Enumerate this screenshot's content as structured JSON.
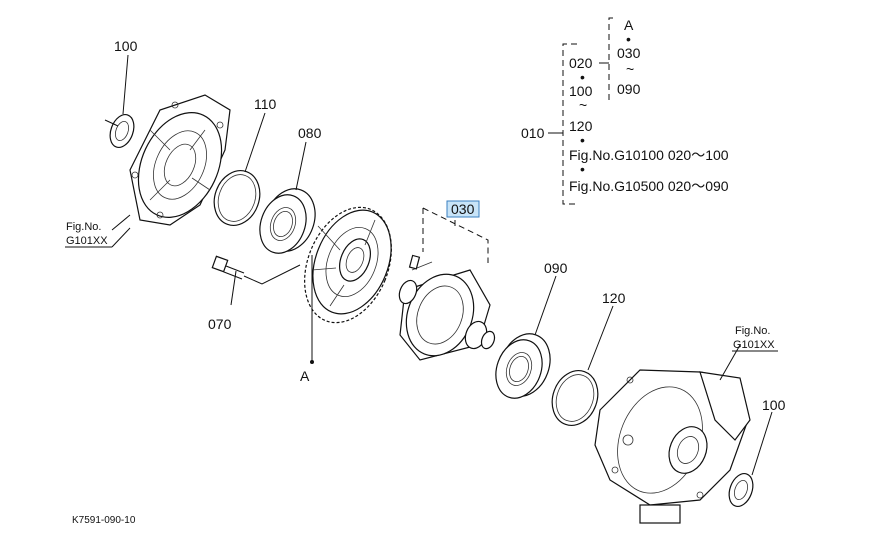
{
  "callouts": {
    "p100_top": "100",
    "p110": "110",
    "p080": "080",
    "p030": "030",
    "p090": "090",
    "p120": "120",
    "p070": "070",
    "pA": "A",
    "p100_bottom": "100"
  },
  "fig_refs": {
    "left": {
      "line1": "Fig.No.",
      "line2": "G101XX"
    },
    "right": {
      "line1": "Fig.No.",
      "line2": "G101XX"
    }
  },
  "tree": {
    "root": "010",
    "n020": "020",
    "n100": "100",
    "n120": "120",
    "nA": "A",
    "n030": "030",
    "n090": "090",
    "fig1": "Fig.No.G10100  020～100",
    "fig2": "Fig.No.G10500  020～090",
    "dot": "•",
    "tilde": "~"
  },
  "footer": {
    "code": "K7591-090-10"
  },
  "colors": {
    "highlight_fill": "#c8e4f8",
    "highlight_stroke": "#3a7fc0",
    "line": "#111111"
  }
}
